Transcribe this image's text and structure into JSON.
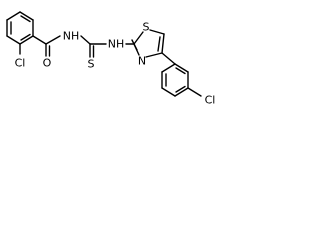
{
  "molecule": {
    "atoms": {
      "cl_top": "Cl",
      "o": "O",
      "nh_amide": "NH",
      "s_thione": "S",
      "nh_thiazole": "NH",
      "s_ring": "S",
      "n_ring": "N",
      "cl_right": "Cl"
    }
  },
  "colors": {
    "bond": "#000000",
    "label": "#000000",
    "background": "#ffffff"
  }
}
